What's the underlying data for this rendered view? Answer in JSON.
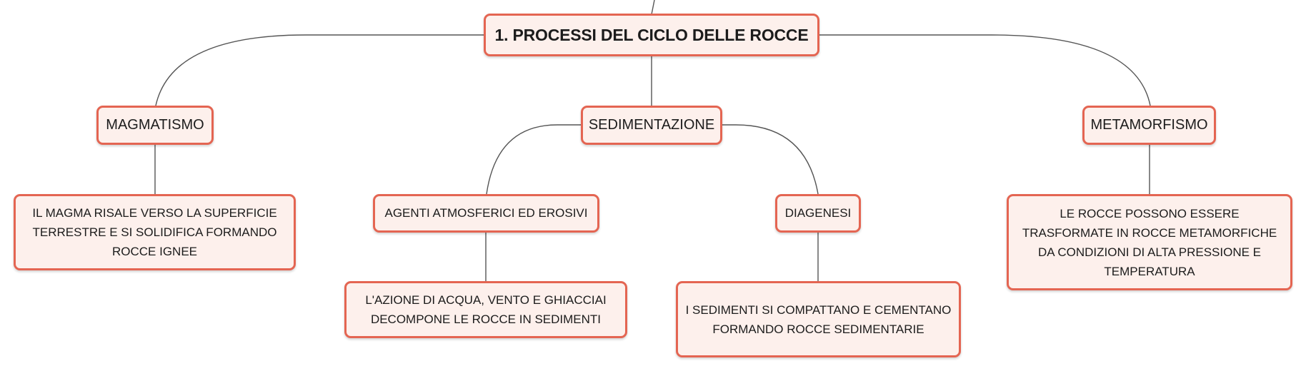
{
  "diagram": {
    "type": "mind-map",
    "colors": {
      "node_border": "#e46552",
      "node_fill": "#fdf0ec",
      "connector": "#555555"
    },
    "root": {
      "label": "1. PROCESSI DEL CICLO DELLE ROCCE"
    },
    "branches": {
      "magmatismo": {
        "label": "MAGMATISMO",
        "detail": "IL MAGMA RISALE VERSO LA SUPERFICIE TERRESTRE E SI SOLIDIFICA FORMANDO ROCCE IGNEE"
      },
      "sedimentazione": {
        "label": "SEDIMENTAZIONE",
        "agenti": {
          "label": "AGENTI ATMOSFERICI ED EROSIVI",
          "detail": "L'AZIONE DI ACQUA, VENTO E GHIACCIAI DECOMPONE LE ROCCE IN SEDIMENTI"
        },
        "diagenesi": {
          "label": "DIAGENESI",
          "detail": "I SEDIMENTI SI COMPATTANO E CEMENTANO FORMANDO ROCCE SEDIMENTARIE"
        }
      },
      "metamorfismo": {
        "label": "METAMORFISMO",
        "detail": "LE ROCCE POSSONO ESSERE TRASFORMATE IN ROCCE METAMORFICHE DA CONDIZIONI DI ALTA PRESSIONE E TEMPERATURA"
      }
    }
  }
}
